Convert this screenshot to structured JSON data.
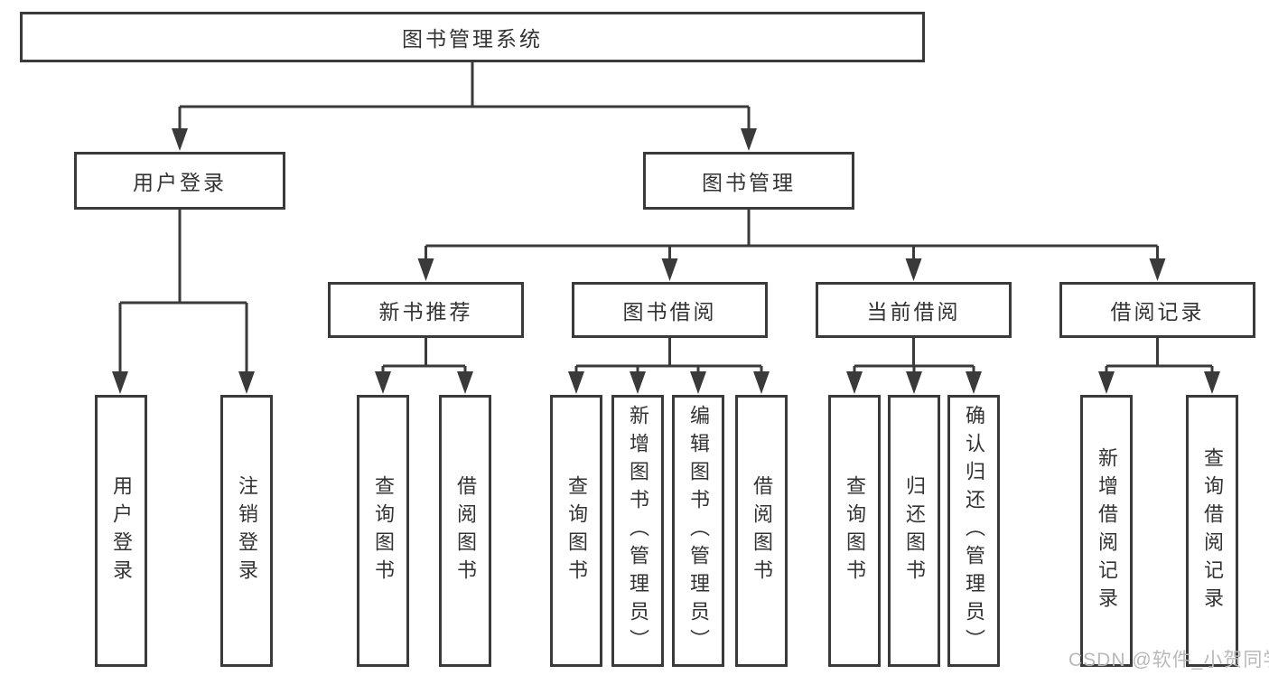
{
  "diagram": {
    "root": {
      "label": "图书管理系统"
    },
    "branches": [
      {
        "label": "用户登录",
        "children": [
          {
            "label": "用户登录"
          },
          {
            "label": "注销登录"
          }
        ]
      },
      {
        "label": "图书管理",
        "children": [
          {
            "label": "新书推荐",
            "children": [
              {
                "label": "查询图书"
              },
              {
                "label": "借阅图书"
              }
            ]
          },
          {
            "label": "图书借阅",
            "children": [
              {
                "label": "查询图书"
              },
              {
                "label": "新增图书（管理员）"
              },
              {
                "label": "编辑图书（管理员）"
              },
              {
                "label": "借阅图书"
              }
            ]
          },
          {
            "label": "当前借阅",
            "children": [
              {
                "label": "查询图书"
              },
              {
                "label": "归还图书"
              },
              {
                "label": "确认归还（管理员）"
              }
            ]
          },
          {
            "label": "借阅记录",
            "children": [
              {
                "label": "新增借阅记录"
              },
              {
                "label": "查询借阅记录"
              }
            ]
          }
        ]
      }
    ],
    "colors": {
      "line": "#3a3a3a",
      "text": "#333333",
      "watermark": "#b9b9b9",
      "background": "#ffffff"
    },
    "watermark": "CSDN @软件_小贺同学"
  }
}
